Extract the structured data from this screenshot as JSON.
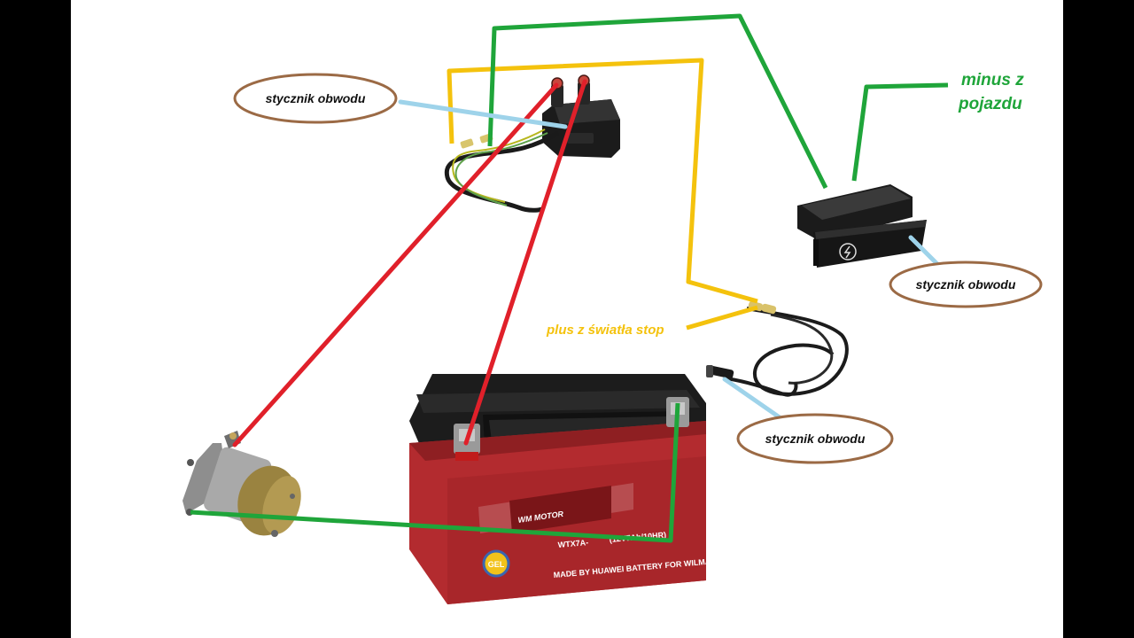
{
  "colors": {
    "red_wire": "#e0202a",
    "green_wire": "#1fa53a",
    "yellow_wire": "#f4c20d",
    "callout_line": "#9ed3ea",
    "oval_stroke": "#9b6a45",
    "battery_case": "#b32b2f",
    "battery_lid": "#1c1c1c"
  },
  "labels": {
    "relay_callout": "stycznik obwodu",
    "switch_callout": "stycznik obwodu",
    "brake_callout": "stycznik obwodu",
    "brake_light_plus": "plus z światła stop",
    "vehicle_minus_line1": "minus z",
    "vehicle_minus_line2": "pojazdu"
  },
  "battery": {
    "brand": "WM MOTOR",
    "model": "WTX7A-",
    "spec": "(12V7Ah/10HR)",
    "maker_line": "MADE BY HUAWEI BATTERY FOR WILMAT",
    "gel_badge": "GEL"
  },
  "icons": {
    "relay": "starter-relay-icon",
    "rocker_switch": "rocker-switch-icon",
    "brake_switch": "brake-switch-icon",
    "starter_motor": "starter-motor-icon",
    "battery": "battery-icon"
  }
}
